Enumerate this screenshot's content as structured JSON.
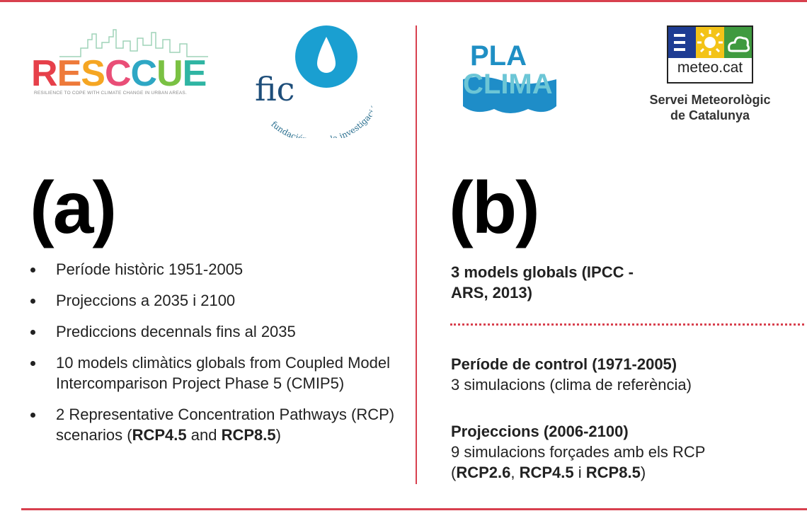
{
  "logos": {
    "resccue": {
      "wordmark": [
        "R",
        "E",
        "S",
        "C",
        "C",
        "U",
        "E"
      ],
      "letter_colors": [
        "#e6404a",
        "#ee7a3a",
        "#f5a623",
        "#e94e77",
        "#2ea7c4",
        "#7ac143",
        "#2fb5a3"
      ],
      "tagline": "RESILIENCE TO COPE WITH CLIMATE CHANGE IN URBAN AREAS."
    },
    "fic": {
      "short": "fic",
      "full": "fundación para la investigación del clima",
      "color": "#1a9fd1"
    },
    "placlima": {
      "line1": "PLA",
      "line2": "CLIMA",
      "color1": "#1f8fc4",
      "color2": "#6cc6d6"
    },
    "meteo": {
      "name": "meteo.cat",
      "subtitle_line1": "Servei Meteorològic",
      "subtitle_line2": "de Catalunya"
    }
  },
  "left": {
    "label": "(a)",
    "bullets": [
      {
        "text": "Període històric 1951-2005"
      },
      {
        "text": "Projeccions a 2035 i 2100"
      },
      {
        "text": "Prediccions decennals fins al 2035"
      },
      {
        "text": "10 models climàtics globals from Coupled Model Intercomparison Project Phase 5 (CMIP5)"
      },
      {
        "pre": "2 Representative Concentration Pathways (RCP) scenarios (",
        "b1": "RCP4.5",
        "mid": " and ",
        "b2": "RCP8.5",
        "post": ")"
      }
    ]
  },
  "right": {
    "label": "(b)",
    "models_title": "3 models globals (IPCC - ARS, 2013)",
    "control_title": "Període de control (1971-2005)",
    "control_text": "3 simulacions (clima de referència)",
    "proj_title": "Projeccions (2006-2100)",
    "proj_text": "9 simulacions forçades amb els RCP",
    "proj_open": "(",
    "proj_b1": "RCP2.6",
    "proj_sep1": ", ",
    "proj_b2": "RCP4.5",
    "proj_sep2": " i ",
    "proj_b3": "RCP8.5",
    "proj_close": ")"
  },
  "colors": {
    "accent": "#d8404e"
  }
}
